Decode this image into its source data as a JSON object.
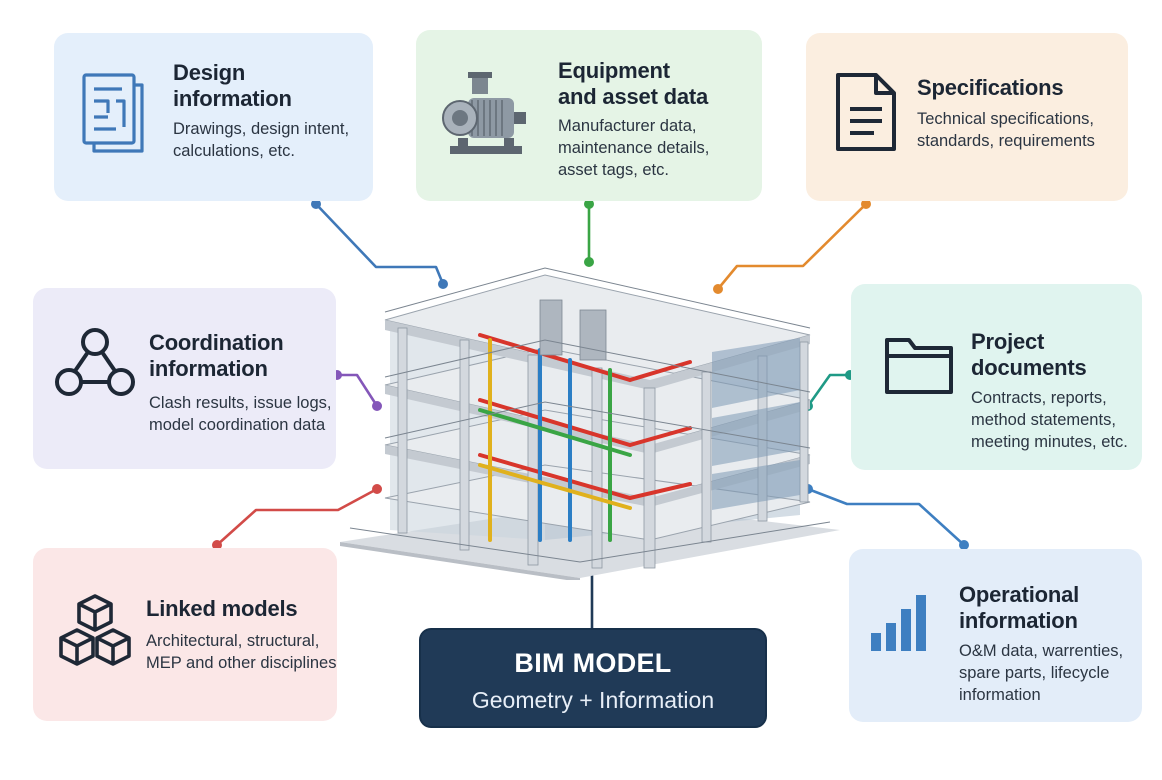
{
  "cards": {
    "design": {
      "title": [
        "Design",
        "information"
      ],
      "desc": [
        "Drawings, design intent,",
        "calculations, etc."
      ],
      "icon": "blueprint-icon",
      "color": "#3f78b8",
      "bg": "#e4effb"
    },
    "equipment": {
      "title": [
        "Equipment",
        "and asset data"
      ],
      "desc": [
        "Manufacturer data,",
        "maintenance details,",
        "asset tags, etc."
      ],
      "icon": "pump-motor-icon",
      "color": "#3aa545",
      "bg": "#e5f4e6"
    },
    "specifications": {
      "title": [
        "Specifications"
      ],
      "desc": [
        "Technical specifications,",
        "standards, requirements"
      ],
      "icon": "document-icon",
      "color": "#e38a2e",
      "bg": "#fbeee0"
    },
    "coordination": {
      "title": [
        "Coordination",
        "information"
      ],
      "desc": [
        "Clash results, issue logs,",
        "model coordination data"
      ],
      "icon": "network-icon",
      "color": "#8457b9",
      "bg": "#ecebf8"
    },
    "project_documents": {
      "title": [
        "Project",
        "documents"
      ],
      "desc": [
        "Contracts, reports,",
        "method statements,",
        "meeting minutes, etc."
      ],
      "icon": "folder-icon",
      "color": "#1f9a86",
      "bg": "#e0f4ef"
    },
    "linked_models": {
      "title": [
        "Linked models"
      ],
      "desc": [
        "Architectural, structural,",
        "MEP and other disciplines"
      ],
      "icon": "cubes-icon",
      "color": "#d24b48",
      "bg": "#fbe7e7"
    },
    "operational": {
      "title": [
        "Operational",
        "information"
      ],
      "desc": [
        "O&M data, warrenties,",
        "spare parts, lifecycle",
        "information"
      ],
      "icon": "bar-chart-icon",
      "color": "#3e7fc1",
      "bg": "#e3edf9"
    }
  },
  "center": {
    "title": "BIM MODEL",
    "subtitle": "Geometry + Information",
    "bg": "#203a57"
  }
}
